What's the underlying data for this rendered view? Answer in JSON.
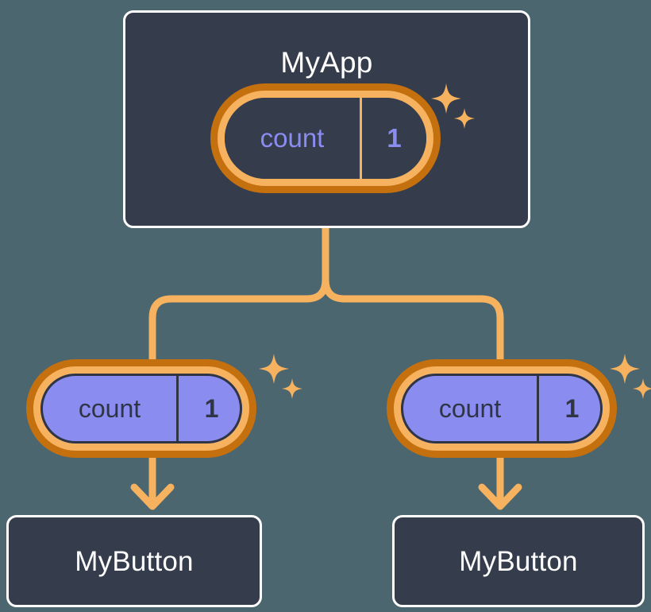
{
  "diagram": {
    "title": "MyApp component tree with count state",
    "type": "component-tree",
    "background_color": "#4c666f"
  },
  "colors": {
    "page_background": "#4c666f",
    "box_fill": "#353c4c",
    "box_border": "#ffffff",
    "pill_ring_outer": "#c4700f",
    "pill_ring_inner": "#f6b25e",
    "pill_fill_owned": "#8a8cf0",
    "state_text": "#8a8cf0",
    "connector": "#f6b25e",
    "sparkle": "#f6b25e",
    "dark_text": "#2f3545",
    "light_text": "#ffffff"
  },
  "root": {
    "label": "MyApp",
    "state": {
      "key": "count",
      "value": "1",
      "variant": "dark"
    },
    "sparkle_label": "state-owner-sparkle"
  },
  "children": [
    {
      "label": "MyButton",
      "state": {
        "key": "count",
        "value": "1",
        "variant": "filled"
      },
      "sparkle_label": "state-owner-sparkle"
    },
    {
      "label": "MyButton",
      "state": {
        "key": "count",
        "value": "1",
        "variant": "filled"
      },
      "sparkle_label": "state-owner-sparkle"
    }
  ],
  "connectors": {
    "tree_branch_name": "myapp-to-children-branch",
    "arrow_left_name": "state-to-mybutton-arrow-left",
    "arrow_right_name": "state-to-mybutton-arrow-right"
  }
}
